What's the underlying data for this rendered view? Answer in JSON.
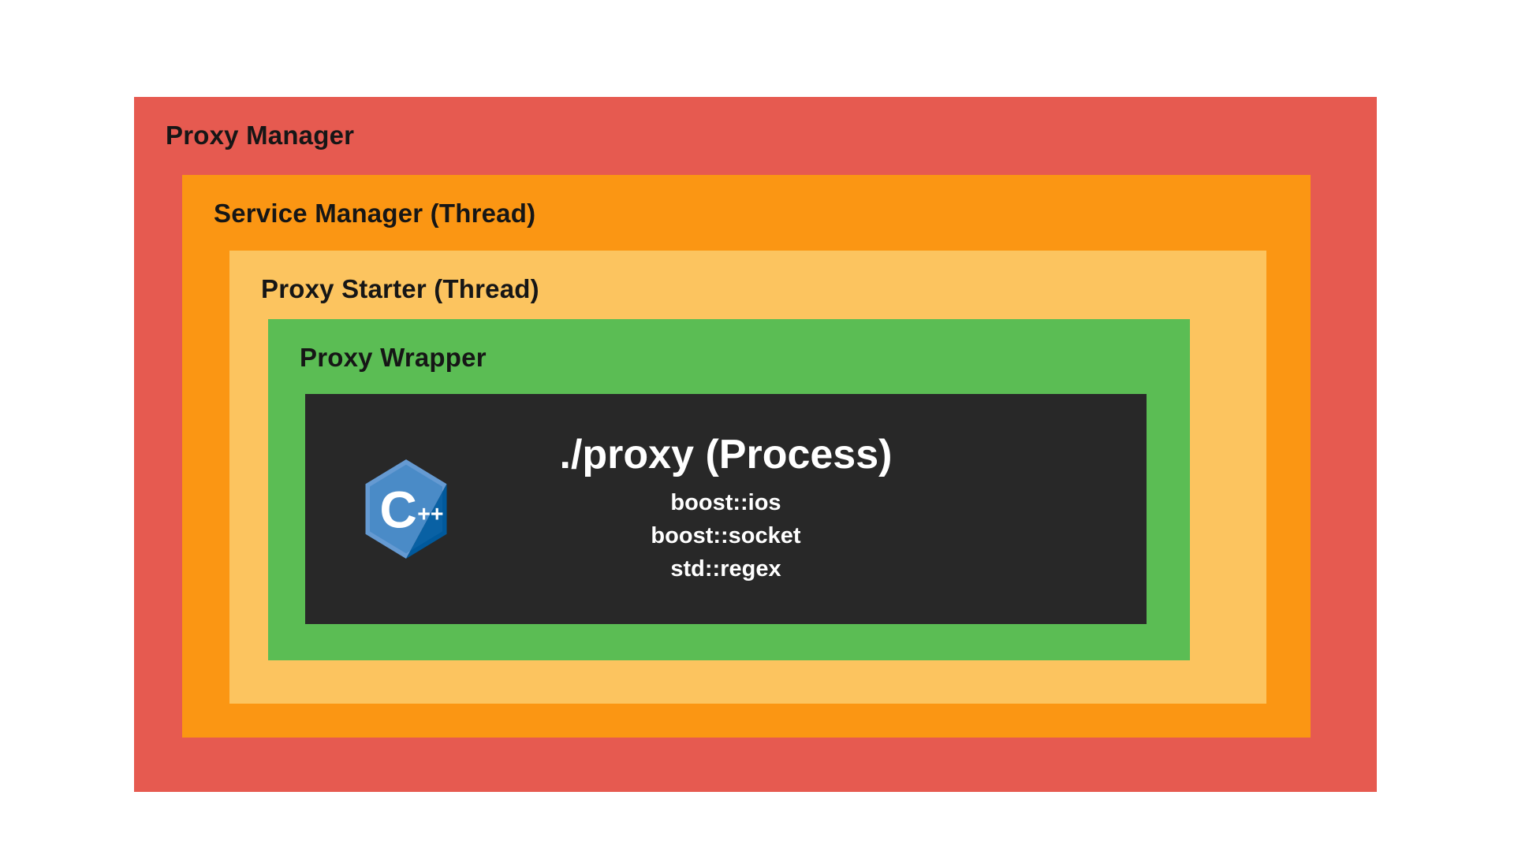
{
  "page": {
    "background": "#FFFFFF"
  },
  "layers": [
    {
      "label": "Proxy Manager",
      "color": "#E65A50"
    },
    {
      "label": "Service Manager (Thread)",
      "color": "#FB9613"
    },
    {
      "label": "Proxy Starter (Thread)",
      "color": "#FCC45F"
    },
    {
      "label": "Proxy Wrapper",
      "color": "#5BBD54"
    }
  ],
  "process": {
    "title": "./proxy (Process)",
    "libraries": [
      "boost::ios",
      "boost::socket",
      "std::regex"
    ],
    "background": "#282828",
    "icon": "cpp-logo-icon",
    "icon_colors": {
      "light": "#659AD2",
      "dark": "#00599C",
      "glyph": "#FFFFFF"
    }
  }
}
